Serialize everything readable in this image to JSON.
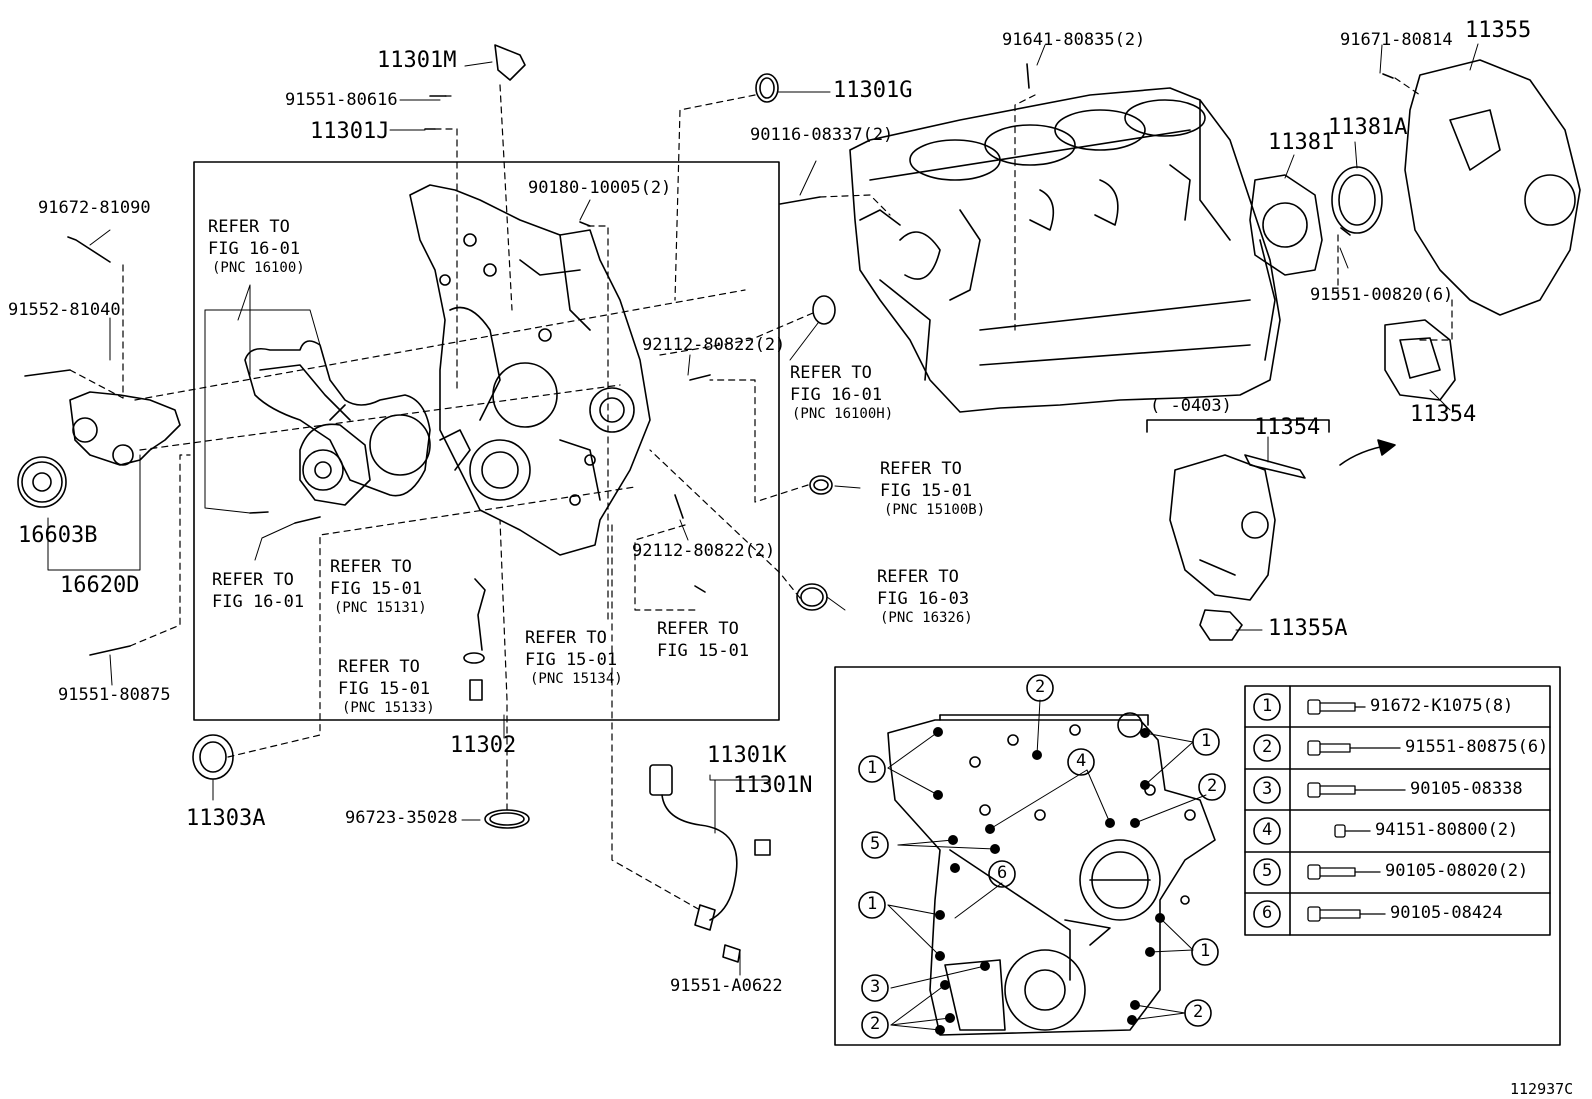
{
  "parts": {
    "p11301M": "11301M",
    "p91551_80616": "91551-80616",
    "p11301J": "11301J",
    "p11301G": "11301G",
    "p91641_80835": "91641-80835(2)",
    "p91671_80814": "91671-80814",
    "p11355": "11355",
    "p90116_08337": "90116-08337(2)",
    "p11381": "11381",
    "p11381A": "11381A",
    "p90180_10005": "90180-10005(2)",
    "p91672_81090": "91672-81090",
    "p91552_81040": "91552-81040",
    "p92112_80822a": "92112-80822(2)",
    "p92112_80822b": "92112-80822(2)",
    "p91551_00820": "91551-00820(6)",
    "p11354a": "11354",
    "p11354b": "11354",
    "p0403": "( -0403)",
    "p16603B": "16603B",
    "p16620D": "16620D",
    "p11355A": "11355A",
    "p91551_80875": "91551-80875",
    "p11302": "11302",
    "p11303A": "11303A",
    "p96723_35028": "96723-35028",
    "p11301K": "11301K",
    "p11301N": "11301N",
    "p91551_A0622": "91551-A0622",
    "diagram_id": "112937C"
  },
  "refs": {
    "r1": "REFER TO\nFIG 16-01",
    "r1pnc": "(PNC 16100)",
    "r2": "REFER TO\nFIG 16-01",
    "r2pnc": "(PNC 16100H)",
    "r3": "REFER TO\nFIG 15-01",
    "r3pnc": "(PNC 15100B)",
    "r4": "REFER TO\nFIG 16-03",
    "r4pnc": "(PNC 16326)",
    "r5": "REFER TO\nFIG 16-01",
    "r6": "REFER TO\nFIG 15-01",
    "r6pnc": "(PNC 15131)",
    "r7": "REFER TO\nFIG 15-01",
    "r7pnc": "(PNC 15134)",
    "r8": "REFER TO\nFIG 15-01",
    "r8pnc": "(PNC 15133)",
    "r9": "REFER TO\nFIG 15-01"
  },
  "legend": [
    {
      "num": "1",
      "part": "91672-K1075(8)"
    },
    {
      "num": "2",
      "part": "91551-80875(6)"
    },
    {
      "num": "3",
      "part": "90105-08338"
    },
    {
      "num": "4",
      "part": "94151-80800(2)"
    },
    {
      "num": "5",
      "part": "90105-08020(2)"
    },
    {
      "num": "6",
      "part": "90105-08424"
    }
  ],
  "callouts": {
    "c1a": "1",
    "c1b": "1",
    "c1c": "1",
    "c1d": "1",
    "c2a": "2",
    "c2b": "2",
    "c2c": "2",
    "c2d": "2",
    "c3": "3",
    "c4": "4",
    "c5": "5",
    "c6": "6"
  }
}
